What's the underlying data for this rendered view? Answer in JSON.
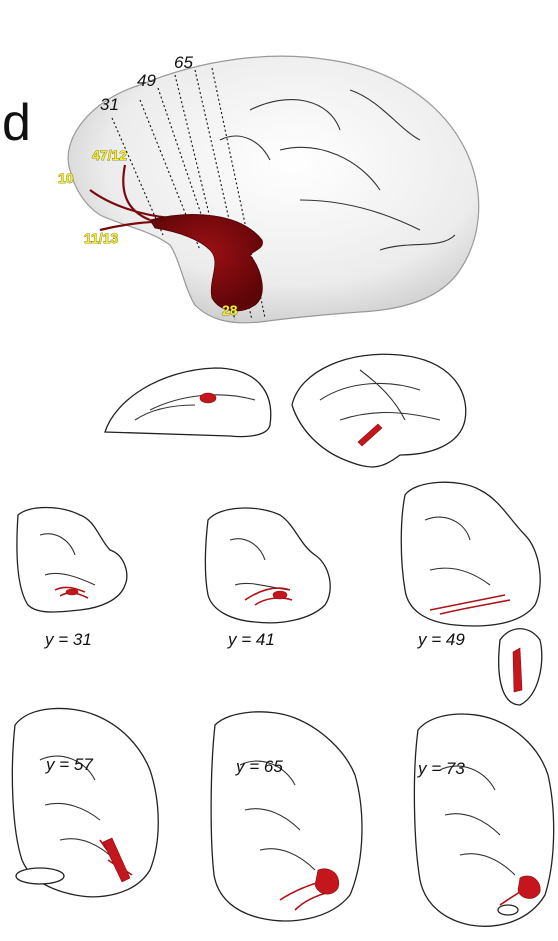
{
  "panel_letter": "d",
  "colors": {
    "lesion": "#c4161c",
    "label_yellow": "#f7ee2a",
    "outline": "#222222"
  },
  "lateral_view": {
    "slice_labels": [
      "31",
      "49",
      "65"
    ],
    "area_labels": [
      "10",
      "47/12",
      "11/13",
      "28"
    ]
  },
  "coronal_sections": {
    "labels": [
      "y = 31",
      "y = 41",
      "y = 49",
      "y = 57",
      "y = 65",
      "y = 73"
    ]
  }
}
